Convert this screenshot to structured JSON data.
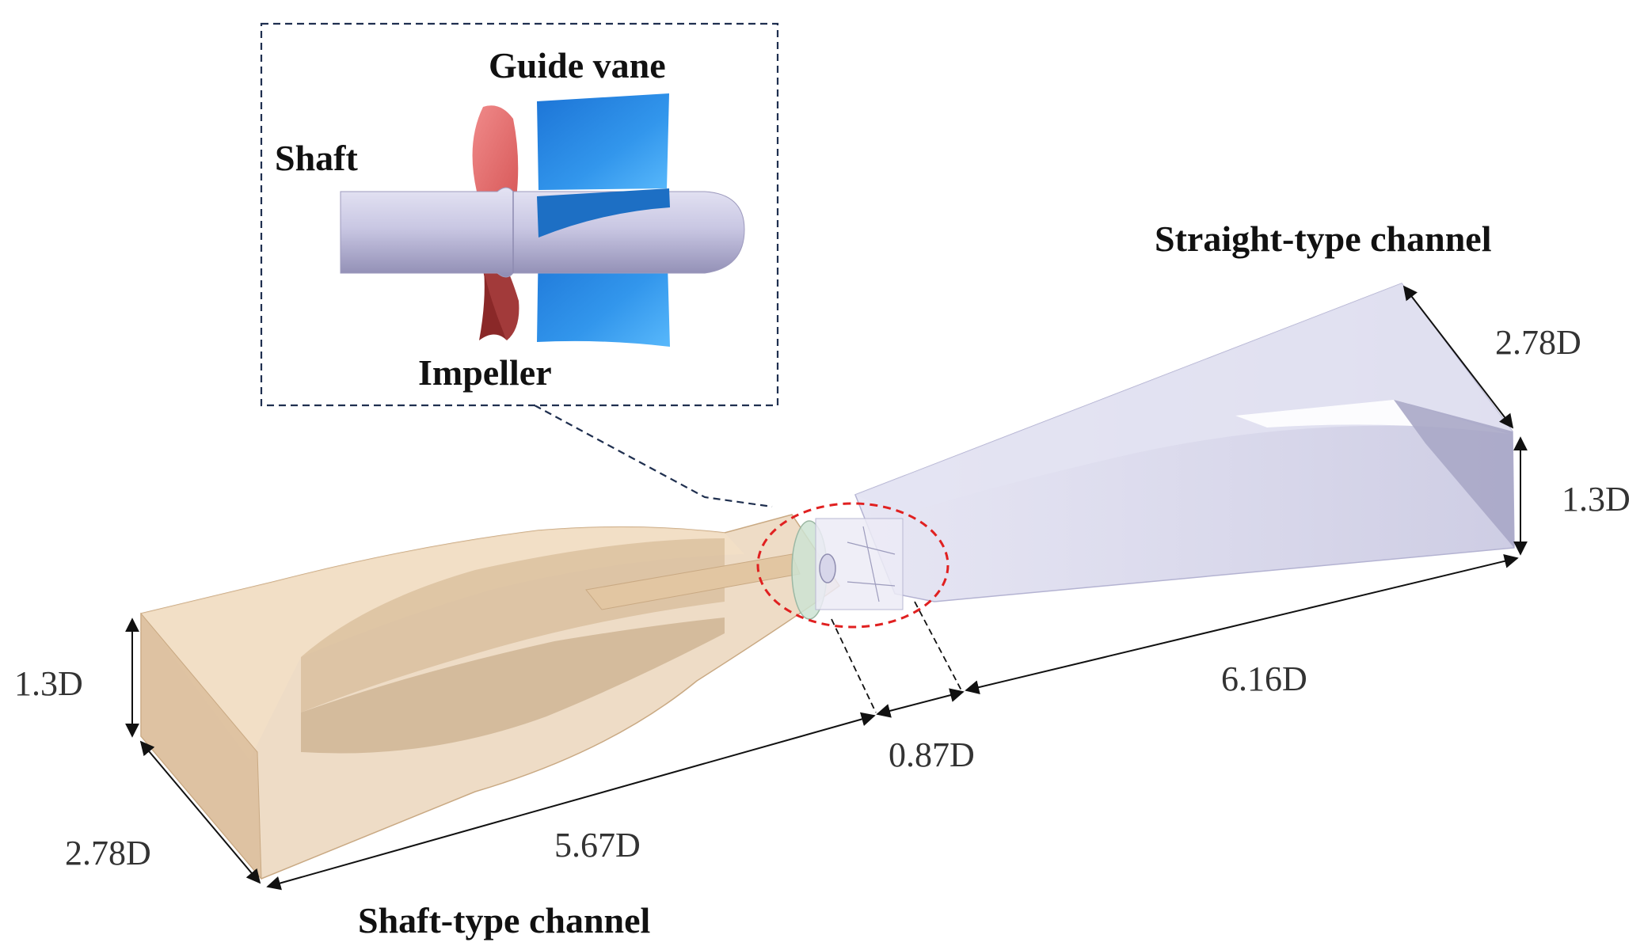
{
  "labels": {
    "guide_vane": "Guide vane",
    "shaft": "Shaft",
    "impeller": "Impeller",
    "straight_channel": "Straight-type channel",
    "shaft_channel": "Shaft-type channel"
  },
  "dimensions": {
    "outlet_width": "2.78D",
    "outlet_height": "1.3D",
    "outlet_length": "6.16D",
    "pump_length": "0.87D",
    "inlet_length": "5.67D",
    "inlet_height": "1.3D",
    "inlet_width": "2.78D"
  },
  "colors": {
    "inlet_channel": "#e6cdb0",
    "outlet_channel": "#c9c8e2",
    "shaft": "#c7c5e0",
    "impeller": "#e05a5a",
    "guide_vane": "#2f8fe8",
    "highlight_circle": "#e02020",
    "callout_box": "#1f2f4f"
  }
}
